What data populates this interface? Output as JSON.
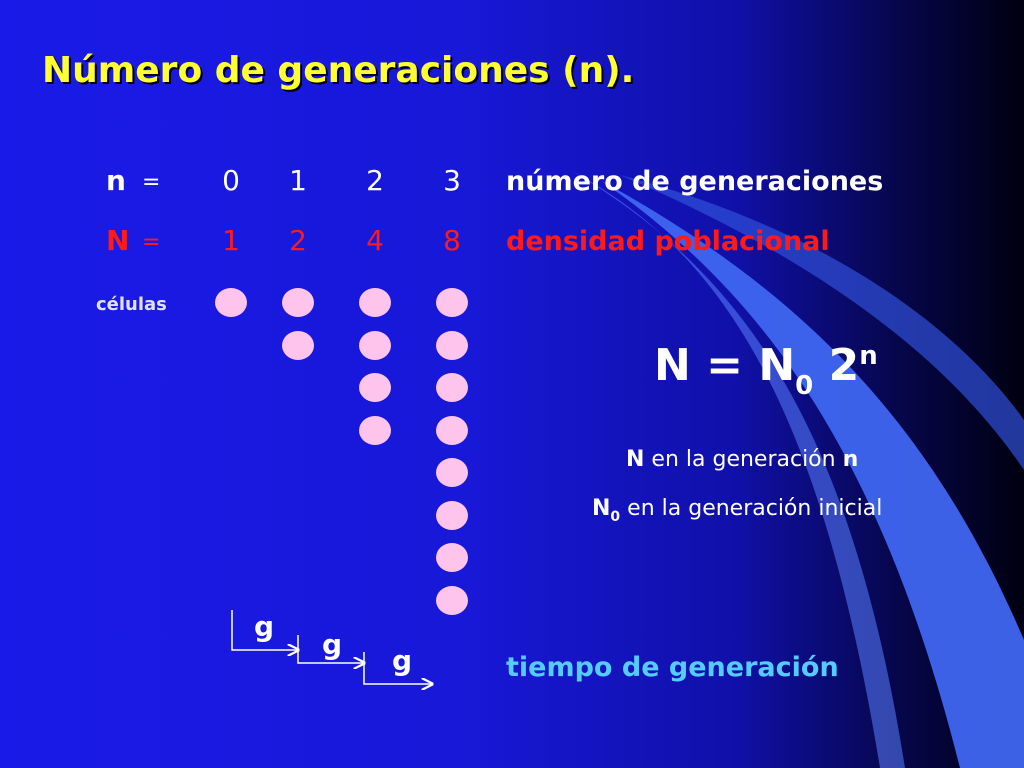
{
  "title": "Número de generaciones (n).",
  "generations_row": {
    "label": "n",
    "equals": "=",
    "values": [
      "0",
      "1",
      "2",
      "3"
    ],
    "description": "número de generaciones"
  },
  "density_row": {
    "label": "N",
    "equals": "=",
    "values": [
      "1",
      "2",
      "4",
      "8"
    ],
    "description": "densidad poblacional"
  },
  "cells_label": "células",
  "cell_counts": [
    1,
    2,
    4,
    8
  ],
  "formula": {
    "lhs": "N = N",
    "sub": "0",
    "base": "2",
    "exp": "n"
  },
  "legend": [
    {
      "bold": "N",
      "text": " en la generación ",
      "bold_end": "n"
    },
    {
      "bold": "N",
      "sub": "0",
      "text": " en la generación inicial"
    }
  ],
  "generation_time": {
    "marker": "g",
    "label": "tiempo de generación"
  },
  "colors": {
    "title": "#ffff33",
    "density": "#ff1a1a",
    "cell": "#ffc4ec",
    "generation_time": "#55ccff"
  }
}
